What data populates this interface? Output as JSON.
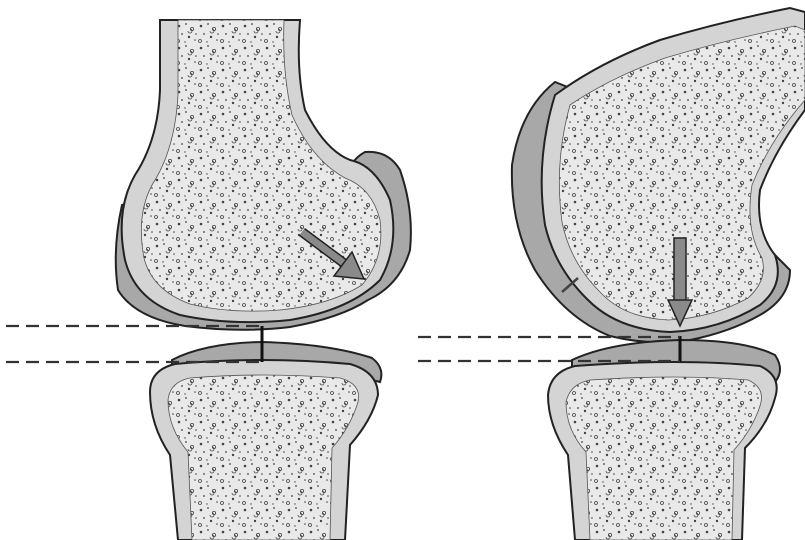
{
  "figure": {
    "panels": [
      {
        "id": "left",
        "view": "knee-joint-flexed-femur-oblique-load"
      },
      {
        "id": "right",
        "view": "knee-joint-rotated-femur-vertical-load"
      }
    ],
    "colors": {
      "bone_shaft": "#d8d8d8",
      "cartilage": "#a8a8a8",
      "outline": "#222222",
      "arrow": "#8a8a8a",
      "speckle": "#444444",
      "background": "#ffffff"
    },
    "icons": {
      "load_arrow": "arrow-icon",
      "joint_space_marker": "dashed-line",
      "joint_gap_bar": "gap-bar"
    }
  }
}
